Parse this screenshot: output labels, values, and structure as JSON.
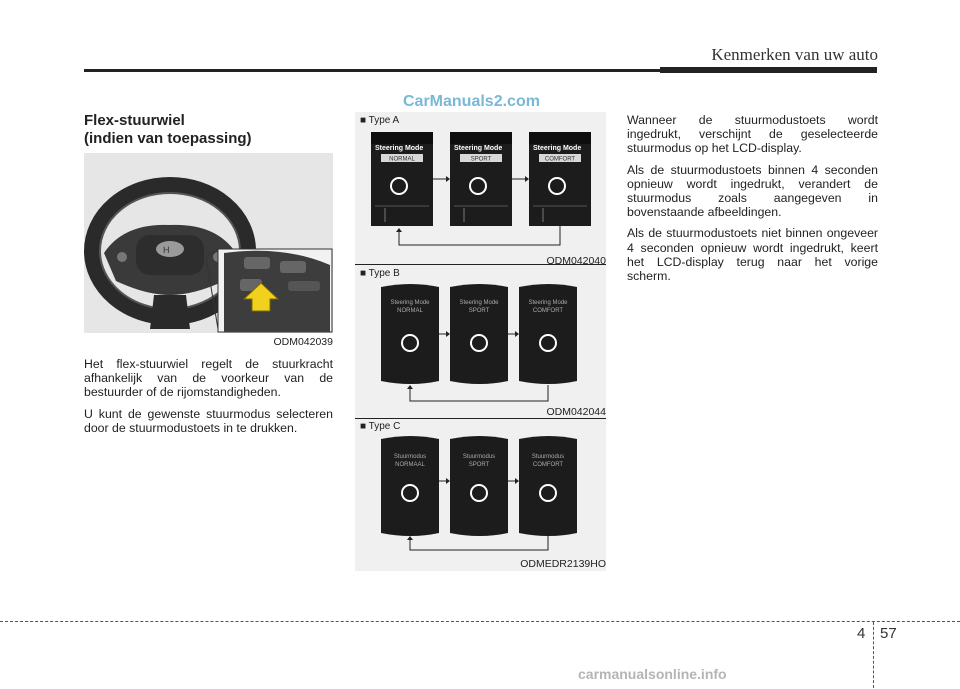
{
  "header": {
    "chapter_title": "Kenmerken van uw auto"
  },
  "footer": {
    "chapter_number": "4",
    "page_number": "57"
  },
  "watermarks": {
    "top": "CarManuals2.com",
    "bottom": "carmanualsonline.info"
  },
  "section": {
    "title_line1": "Flex-stuurwiel",
    "title_line2": "(indien van toepassing)"
  },
  "figure_main": {
    "code": "ODM042039"
  },
  "left_paragraphs": [
    "Het flex-stuurwiel regelt de stuurkracht afhankelijk van de voorkeur van de bestuurder of de rijomstandigheden.",
    "U kunt de gewenste stuurmodus selecteren door de stuurmodustoets in te drukken."
  ],
  "right_paragraphs": [
    "Wanneer de stuurmodustoets wordt ingedrukt, verschijnt de geselecteerde stuurmodus op het LCD-display.",
    "Als de stuurmodustoets binnen 4 seconden opnieuw wordt ingedrukt, verandert de stuurmodus zoals aangegeven in bovenstaande afbeeldingen.",
    "Als de stuurmodustoets niet binnen ongeveer 4 seconden opnieuw wordt ingedrukt, keert het LCD-display terug naar het vorige scherm."
  ],
  "type_a": {
    "label": "■ Type A",
    "code": "ODM042040",
    "screens": [
      {
        "heading": "Steering Mode",
        "mode": "NORMAL"
      },
      {
        "heading": "Steering Mode",
        "mode": "SPORT"
      },
      {
        "heading": "Steering Mode",
        "mode": "COMFORT"
      }
    ]
  },
  "type_b": {
    "label": "■ Type B",
    "code": "ODM042044",
    "screens": [
      {
        "heading": "Steering Mode",
        "mode": "NORMAL"
      },
      {
        "heading": "Steering Mode",
        "mode": "SPORT"
      },
      {
        "heading": "Steering Mode",
        "mode": "COMFORT"
      }
    ]
  },
  "type_c": {
    "label": "■ Type C",
    "code": "ODMEDR2139HO",
    "screens": [
      {
        "heading": "Stuurmodus",
        "mode": "NORMAAL"
      },
      {
        "heading": "Stuurmodus",
        "mode": "SPORT"
      },
      {
        "heading": "Stuurmodus",
        "mode": "COMFORT"
      }
    ]
  }
}
